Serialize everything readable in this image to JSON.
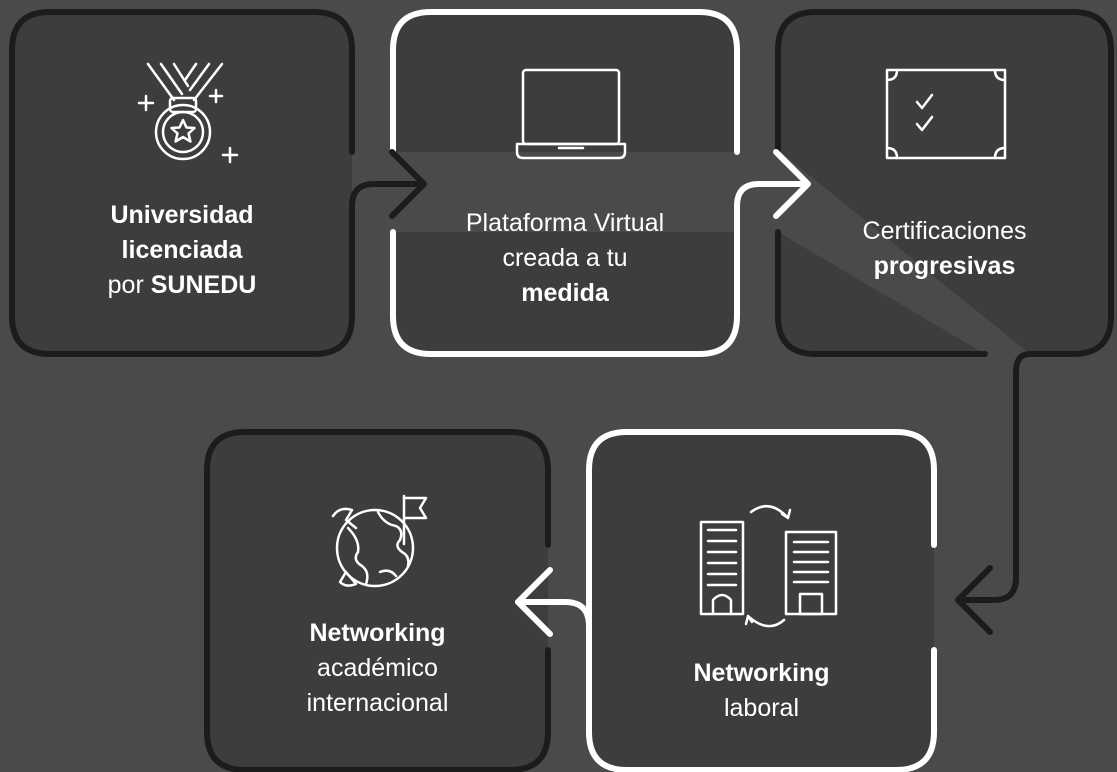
{
  "cards": [
    {
      "id": "universidad",
      "icon": "medal-icon",
      "lines": [
        [
          {
            "t": "Universidad",
            "bold": true
          }
        ],
        [
          {
            "t": "licenciada",
            "bold": true
          }
        ],
        [
          {
            "t": "por ",
            "bold": false
          },
          {
            "t": "SUNEDU",
            "bold": true
          }
        ]
      ]
    },
    {
      "id": "plataforma",
      "icon": "laptop-icon",
      "lines": [
        [
          {
            "t": "Plataforma Virtual",
            "bold": false
          }
        ],
        [
          {
            "t": "creada a tu",
            "bold": false
          }
        ],
        [
          {
            "t": "medida",
            "bold": true
          }
        ]
      ]
    },
    {
      "id": "certificaciones",
      "icon": "certificate-icon",
      "lines": [
        [
          {
            "t": "Certificaciones",
            "bold": false
          }
        ],
        [
          {
            "t": "progresivas",
            "bold": true
          }
        ]
      ]
    },
    {
      "id": "networking-laboral",
      "icon": "buildings-icon",
      "lines": [
        [
          {
            "t": "Networking",
            "bold": true
          }
        ],
        [
          {
            "t": "laboral",
            "bold": false
          }
        ]
      ]
    },
    {
      "id": "networking-academico",
      "icon": "globe-flags-icon",
      "lines": [
        [
          {
            "t": "Networking",
            "bold": true
          }
        ],
        [
          {
            "t": "académico",
            "bold": false
          }
        ],
        [
          {
            "t": "internacional",
            "bold": false
          }
        ]
      ]
    }
  ],
  "colors": {
    "background": "#4a4a4a",
    "card_fill": "#3d3d3d",
    "dark_stroke": "#1c1c1c",
    "highlight_stroke": "#ffffff",
    "text": "#ffffff"
  }
}
